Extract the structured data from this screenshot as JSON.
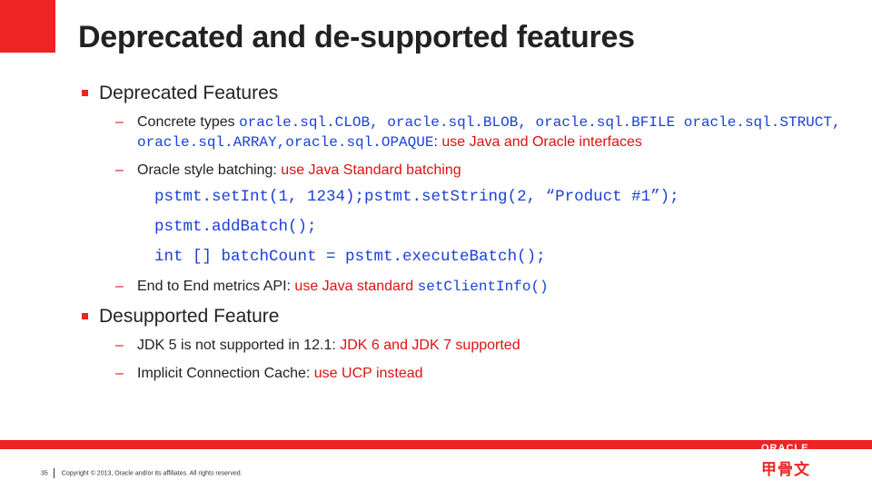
{
  "slide": {
    "title": "Deprecated and de-supported features",
    "bullets": [
      {
        "label": "Deprecated Features",
        "subitems": [
          {
            "intro": "Concrete types ",
            "code": "oracle.sql.CLOB, oracle.sql.BLOB, oracle.sql.BFILE oracle.sql.STRUCT, oracle.sql.ARRAY,oracle.sql.OPAQUE",
            "sep": ": ",
            "note": "use Java and Oracle interfaces"
          },
          {
            "intro": "Oracle style batching: ",
            "note": "use Java Standard batching",
            "code_lines": [
              "pstmt.setInt(1, 1234);pstmt.setString(2, “Product #1”);",
              "pstmt.addBatch();",
              "int [] batchCount = pstmt.executeBatch();"
            ]
          },
          {
            "intro": "End to End metrics API: ",
            "note": "use Java standard ",
            "code": "setClientInfo()"
          }
        ]
      },
      {
        "label": "Desupported Feature",
        "subitems": [
          {
            "intro": "JDK 5 is not supported in 12.1: ",
            "note": "JDK 6 and JDK 7 supported"
          },
          {
            "intro": "Implicit Connection Cache: ",
            "note": "use UCP instead"
          }
        ]
      }
    ],
    "dash": "–"
  },
  "footer": {
    "page_number": "35",
    "copyright": "Copyright © 2013, Oracle and/or its affiliates. All rights reserved.",
    "logo_text": "ORACLE",
    "logo_cn": "甲骨文"
  },
  "colors": {
    "accent_red": "#ee2323",
    "note_red": "#dd1111",
    "code_blue": "#1a3fd8",
    "text": "#222222"
  }
}
